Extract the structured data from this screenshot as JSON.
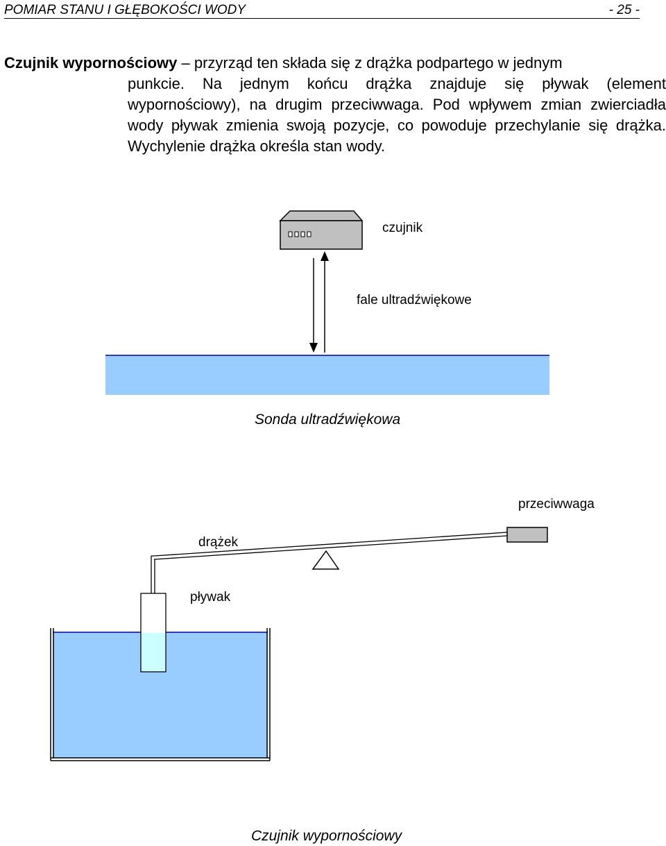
{
  "header": {
    "title": "POMIAR STANU I GŁĘBOKOŚCI WODY",
    "page_number": "- 25 -"
  },
  "paragraph": {
    "term": "Czujnik wypornościowy",
    "dash": " – ",
    "first_line_rest": "przyrząd ten składa się z drążka podpartego w jednym",
    "body": "punkcie. Na jednym końcu drążka znajduje się pływak (element wypornościowy), na drugim przeciwwaga. Pod wpływem zmian zwierciadła wody pływak zmienia swoją pozycje, co powoduje przechylanie się drążka. Wychylenie drążka określa stan wody."
  },
  "figure_ultrasonic": {
    "label_sensor": "czujnik",
    "label_waves": "fale ultradźwiękowe",
    "caption": "Sonda ultradźwiękowa"
  },
  "figure_float": {
    "label_counterweight": "przeciwwaga",
    "label_rod": "drążek",
    "label_float": "pływak",
    "caption": "Czujnik wypornościowy"
  },
  "colors": {
    "water": "#99ccff",
    "water_surface": "#0000aa",
    "device": "#c0c0c0",
    "float_water": "#ccffff"
  }
}
